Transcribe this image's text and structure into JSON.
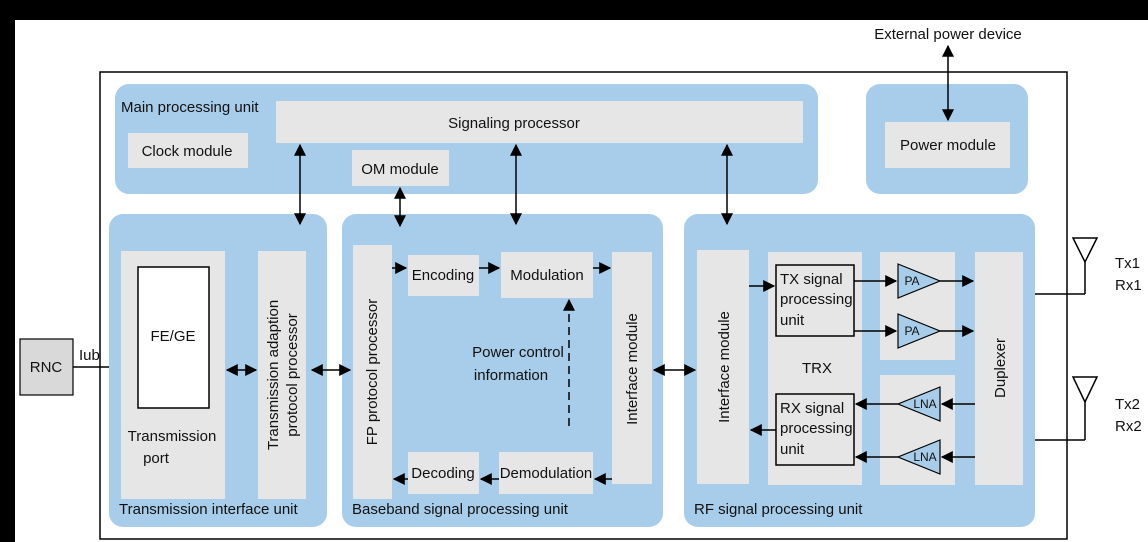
{
  "colors": {
    "frame": "#000000",
    "page": "#ffffff",
    "panel": "#a8cdea",
    "module": "#e6e6e6"
  },
  "external_power_device": "External power device",
  "main_unit": {
    "title": "Main processing unit",
    "signaling_processor": "Signaling processor",
    "clock_module": "Clock module",
    "om_module": "OM module"
  },
  "power_module": "Power module",
  "transmission_unit": {
    "title": "Transmission interface unit",
    "fe_ge": "FE/GE",
    "port_line1": "Transmission",
    "port_line2": "port",
    "adaption_line1": "Transmission adaption",
    "adaption_line2": "protocol processor"
  },
  "baseband_unit": {
    "title": "Baseband signal processing unit",
    "fp_processor": "FP protocol processor",
    "encoding": "Encoding",
    "modulation": "Modulation",
    "interface_module": "Interface module",
    "power_control_line1": "Power control",
    "power_control_line2": "information",
    "decoding": "Decoding",
    "demodulation": "Demodulation"
  },
  "rf_unit": {
    "title": "RF signal processing unit",
    "interface_module": "Interface module",
    "tx_line1": "TX signal",
    "tx_line2": "processing",
    "tx_line3": "unit",
    "trx": "TRX",
    "rx_line1": "RX signal",
    "rx_line2": "processing",
    "rx_line3": "unit",
    "pa": "PA",
    "lna": "LNA",
    "duplexer": "Duplexer"
  },
  "rnc": "RNC",
  "iub": "Iub",
  "antenna1_tx": "Tx1",
  "antenna1_rx": "Rx1",
  "antenna2_tx": "Tx2",
  "antenna2_rx": "Rx2"
}
